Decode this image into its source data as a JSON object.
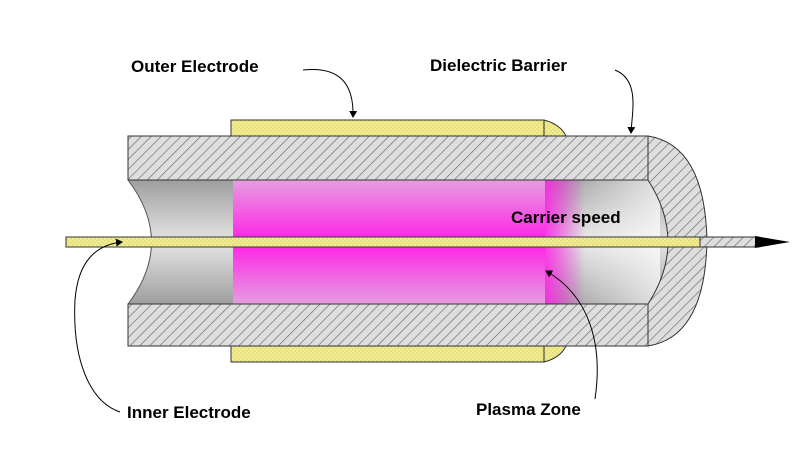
{
  "labels": {
    "outer_electrode": "Outer Electrode",
    "dielectric_barrier": "Dielectric Barrier",
    "carrier_speed": "Carrier speed",
    "inner_electrode": "Inner Electrode",
    "plasma_zone": "Plasma Zone"
  },
  "colors": {
    "electrode_fill": "#f2ed90",
    "hatch_fill": "#dedede",
    "hatch_line": "#6a6a6a",
    "plasma": "#ff1fe6",
    "bore": "#bcbcbc",
    "outline": "#333333"
  }
}
